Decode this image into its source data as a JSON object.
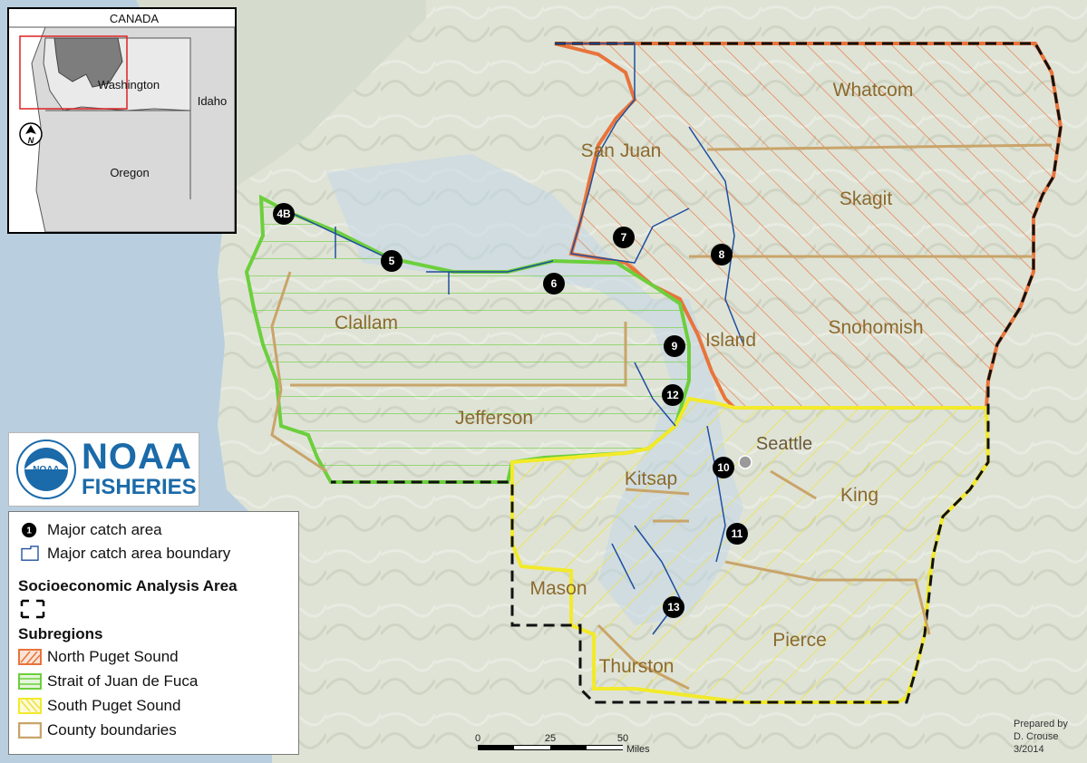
{
  "map": {
    "counties": [
      "Whatcom",
      "San Juan",
      "Skagit",
      "Snohomish",
      "Island",
      "Clallam",
      "Jefferson",
      "Kitsap",
      "King",
      "Mason",
      "Pierce",
      "Thurston"
    ],
    "cities": [
      "Seattle"
    ],
    "catch_areas": [
      "4B",
      "5",
      "6",
      "7",
      "8",
      "9",
      "10",
      "11",
      "12",
      "13"
    ]
  },
  "inset": {
    "country": "CANADA",
    "states": [
      "Washington",
      "Idaho",
      "Oregon"
    ],
    "north_arrow": "compass-north-icon"
  },
  "logo": {
    "line1": "NOAA",
    "line2": "FISHERIES",
    "emblem_text": "NOAA"
  },
  "legend": {
    "items": [
      {
        "label": "Major catch area",
        "icon": "catch-area-marker-icon",
        "symbol_text": "1"
      },
      {
        "label": "Major catch area boundary",
        "icon": "catch-boundary-swatch"
      }
    ],
    "analysis_heading": "Socioeconomic Analysis Area",
    "subregions_heading": "Subregions",
    "subregions": [
      {
        "label": "North Puget Sound",
        "color": "#e8743b"
      },
      {
        "label": "Strait of Juan de Fuca",
        "color": "#6ccf3c"
      },
      {
        "label": "South Puget Sound",
        "color": "#f2ea2a"
      },
      {
        "label": "County boundaries",
        "color": "#c9a46a"
      }
    ]
  },
  "scale_bar": {
    "ticks": [
      "0",
      "25",
      "50"
    ],
    "unit": "Miles"
  },
  "credit": {
    "line1": "Prepared by",
    "line2": "D. Crouse",
    "line3": "3/2014"
  },
  "colors": {
    "north_puget": "#e8743b",
    "strait": "#6ccf3c",
    "south_puget": "#f2ea2a",
    "county": "#c9a46a",
    "water": "#bcd3e6",
    "catch_boundary": "#1f4f9f"
  }
}
